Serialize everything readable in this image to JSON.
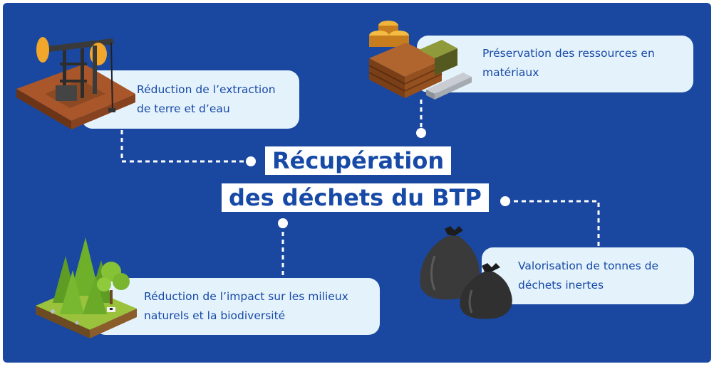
{
  "title": {
    "line1": "Récupération",
    "line2": "des déchets du BTP"
  },
  "cards": {
    "extraction": {
      "line1": "Réduction de l’extraction",
      "line2": "de terre et d’eau"
    },
    "ressources": {
      "line1": "Préservation des ressources en",
      "line2": "matériaux"
    },
    "milieux": {
      "line1": "Réduction de l’impact sur les milieux",
      "line2": "naturels et la biodiversité"
    },
    "valorisation": {
      "line1": "Valorisation de tonnes de",
      "line2": "déchets inertes"
    }
  },
  "colors": {
    "background": "#1a48a0",
    "card": "#e4f2fc",
    "text": "#1749a6",
    "title_bg": "#ffffff"
  },
  "icons": {
    "extraction": "oil-pump-jack-icon",
    "ressources": "building-materials-pallet-icon",
    "milieux": "forest-island-icon",
    "valorisation": "waste-bags-icon"
  }
}
